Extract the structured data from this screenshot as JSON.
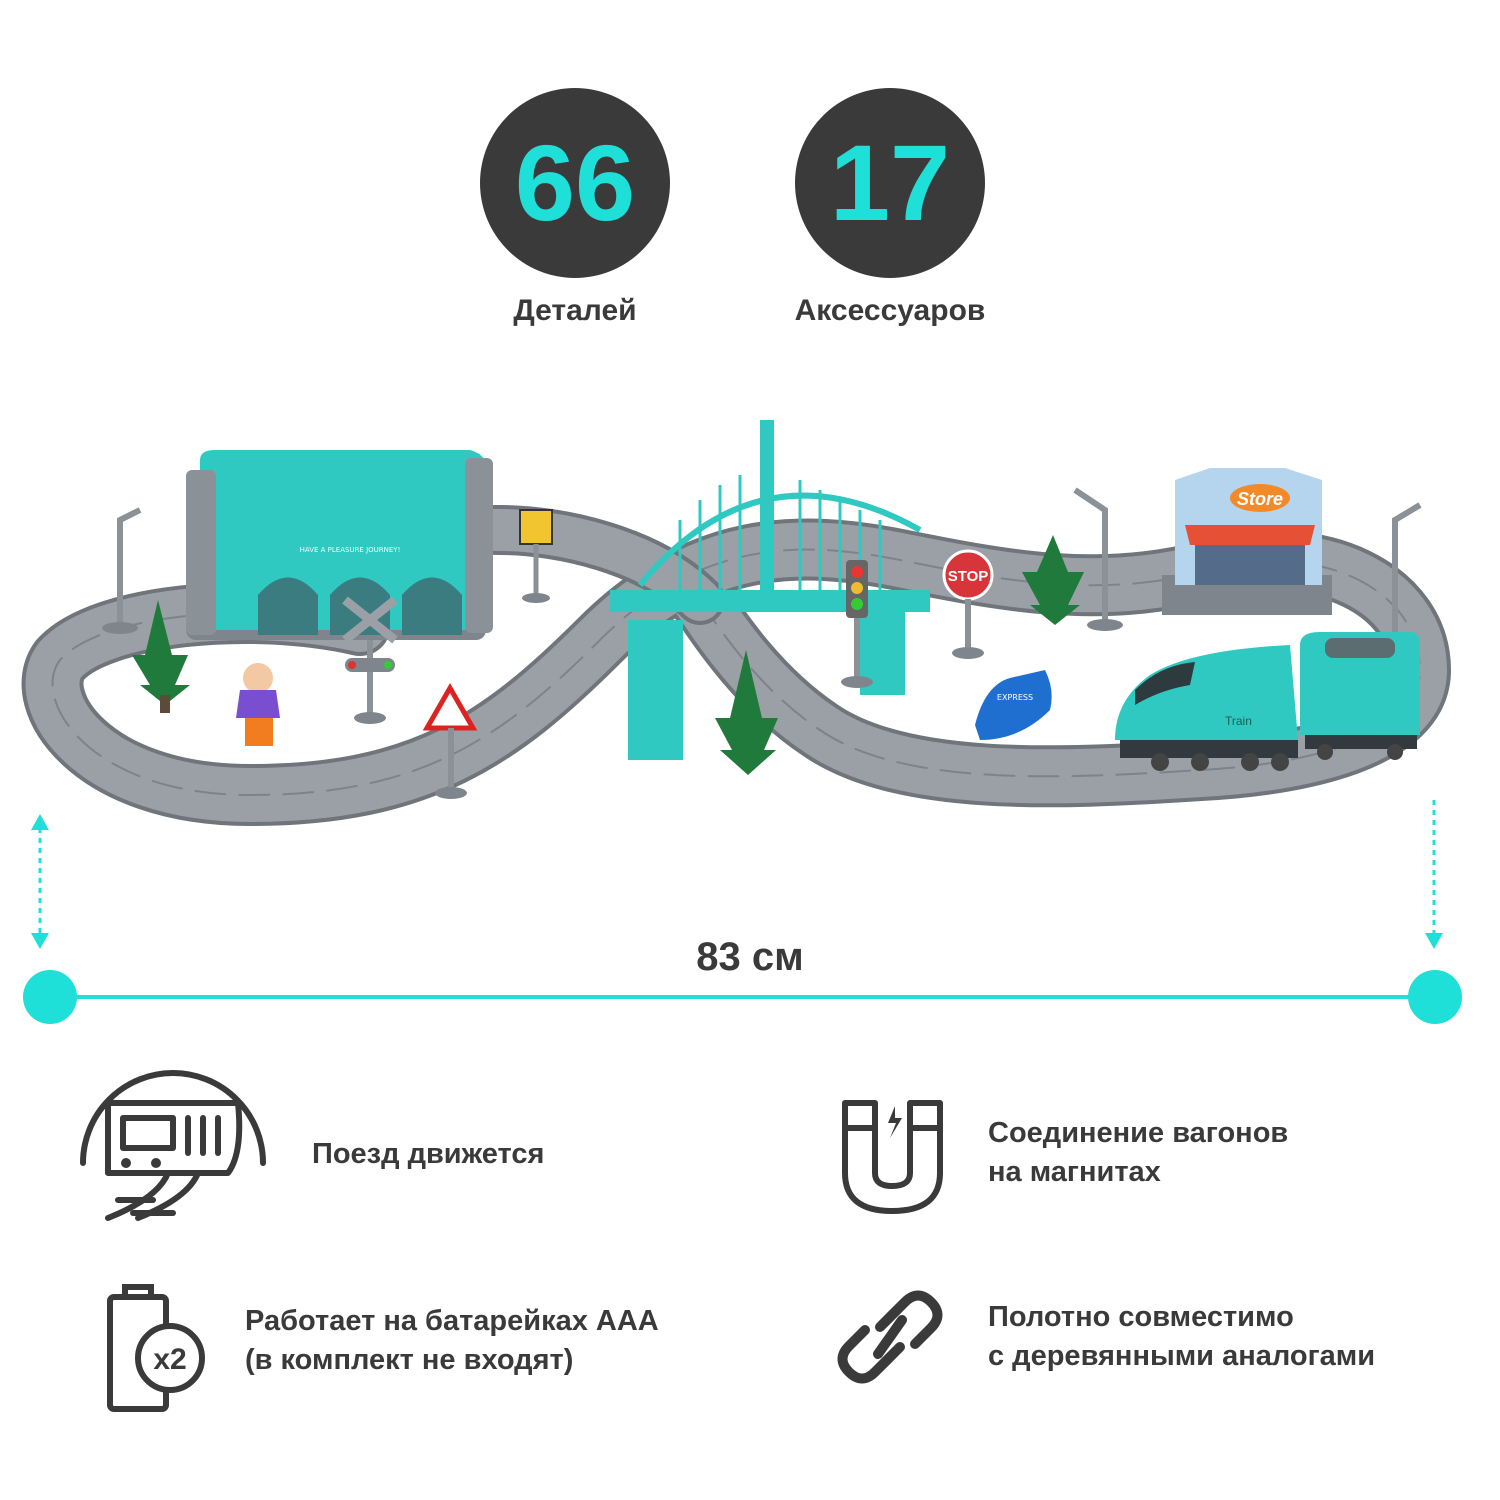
{
  "stats": [
    {
      "value": "66",
      "label": "Деталей"
    },
    {
      "value": "17",
      "label": "Аксессуаров"
    }
  ],
  "dimension": {
    "label": "83 см"
  },
  "scene": {
    "tunnel_text": "HAVE A PLEASURE JOURNEY!",
    "store_sign": "Store",
    "stop_sign": "STOP",
    "car_text": "EXPRESS",
    "train_text": "Train"
  },
  "features": [
    {
      "icon": "train-icon",
      "lines": [
        "Поезд движется"
      ]
    },
    {
      "icon": "magnet-icon",
      "lines": [
        "Соединение вагонов",
        "на магнитах"
      ]
    },
    {
      "icon": "battery-icon",
      "badge": "x2",
      "lines": [
        "Работает на батарейках AAA",
        "(в комплект не входят)"
      ]
    },
    {
      "icon": "link-icon",
      "lines": [
        "Полотно совместимо",
        "с деревянными аналогами"
      ]
    }
  ],
  "colors": {
    "accent": "#1fe0d8",
    "dark": "#3a3a3a",
    "track": "#8d9399",
    "toy_teal": "#2fc9c1"
  }
}
